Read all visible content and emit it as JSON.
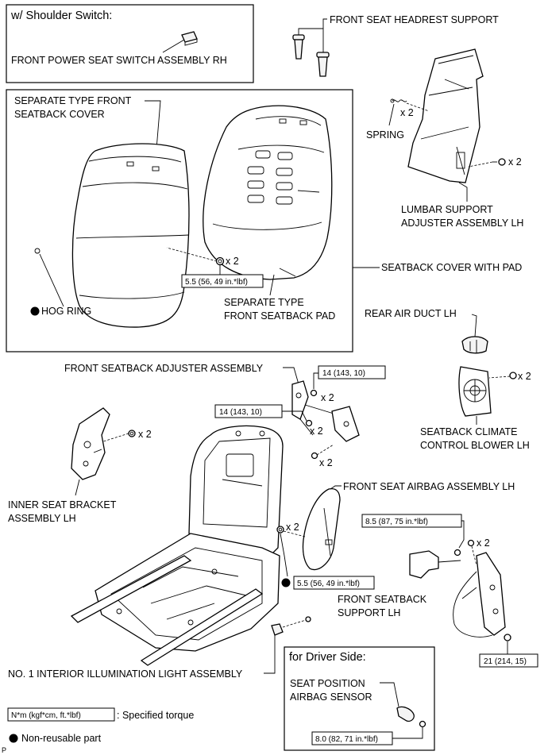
{
  "diagram": {
    "shoulder_box_title": "w/ Shoulder Switch:",
    "driver_box_title": "for Driver Side:",
    "page_marker": "P",
    "labels": {
      "power_seat_switch": "FRONT POWER SEAT SWITCH ASSEMBLY RH",
      "headrest_support": "FRONT SEAT HEADREST SUPPORT",
      "separate_cover_1": "SEPARATE TYPE FRONT",
      "separate_cover_2": "SEATBACK COVER",
      "spring": "SPRING",
      "lumbar_1": "LUMBAR SUPPORT",
      "lumbar_2": "ADJUSTER ASSEMBLY LH",
      "seatback_cover_pad": "SEATBACK COVER WITH PAD",
      "hog_ring": "HOG RING",
      "separate_pad_1": "SEPARATE TYPE",
      "separate_pad_2": "FRONT SEATBACK PAD",
      "rear_air_duct": "REAR AIR DUCT LH",
      "adjuster_assembly": "FRONT SEATBACK ADJUSTER ASSEMBLY",
      "climate_blower_1": "SEATBACK CLIMATE",
      "climate_blower_2": "CONTROL BLOWER LH",
      "inner_bracket_1": "INNER SEAT BRACKET",
      "inner_bracket_2": "ASSEMBLY LH",
      "airbag_assembly": "FRONT SEAT AIRBAG ASSEMBLY LH",
      "seatback_support_1": "FRONT SEATBACK",
      "seatback_support_2": "SUPPORT LH",
      "illumination_light": "NO. 1 INTERIOR ILLUMINATION LIGHT ASSEMBLY",
      "position_sensor_1": "SEAT POSITION",
      "position_sensor_2": "AIRBAG SENSOR"
    },
    "quantities": {
      "spring": "x 2",
      "lumbar_bolt": "x 2",
      "pad_nut": "x 2",
      "blower_bolt": "x 2",
      "adjuster_upper": "x 2",
      "adjuster_mid": "x 2",
      "adjuster_lower": "x 2",
      "inner_bracket_nut": "x 2",
      "airbag_nut": "x 2",
      "support_bolt": "x 2"
    },
    "torques": {
      "pad_nut": "5.5 (56, 49 in.*lbf)",
      "adjuster_upper": "14 (143, 10)",
      "adjuster_left": "14 (143, 10)",
      "airbag_nut": "5.5 (56, 49 in.*lbf)",
      "support_bolt": "8.5 (87, 75 in.*lbf)",
      "support_lower": "21 (214, 15)",
      "sensor": "8.0 (82, 71 in.*lbf)"
    },
    "legend": {
      "torque_format": "N*m (kgf*cm, ft.*lbf)",
      "torque_desc": ": Specified torque",
      "nonreusable_desc": "Non-reusable part"
    }
  }
}
